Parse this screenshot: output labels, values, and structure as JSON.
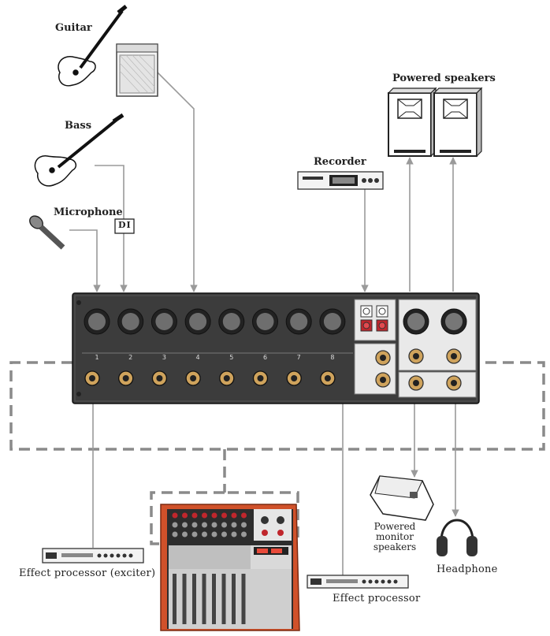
{
  "labels": {
    "guitar": "Guitar",
    "bass": "Bass",
    "microphone": "Microphone",
    "di": "DI",
    "recorder": "Recorder",
    "powered_speakers": "Powered speakers",
    "powered_monitor_speakers": "Powered monitor speakers",
    "headphone": "Headphone",
    "effect_processor_exciter": "Effect processor (exciter)",
    "effect_processor": "Effect processor"
  },
  "channel_numbers": [
    "1",
    "2",
    "3",
    "4",
    "5",
    "6",
    "7",
    "8"
  ],
  "colors": {
    "line": "#9a9a9a",
    "dashed": "#8a8a8a",
    "panel": "#3c3c3c",
    "panel_dark": "#222222",
    "panel_light": "#e9e9e9",
    "mixer_orange": "#d0512a",
    "connector_red": "#c0262c"
  }
}
